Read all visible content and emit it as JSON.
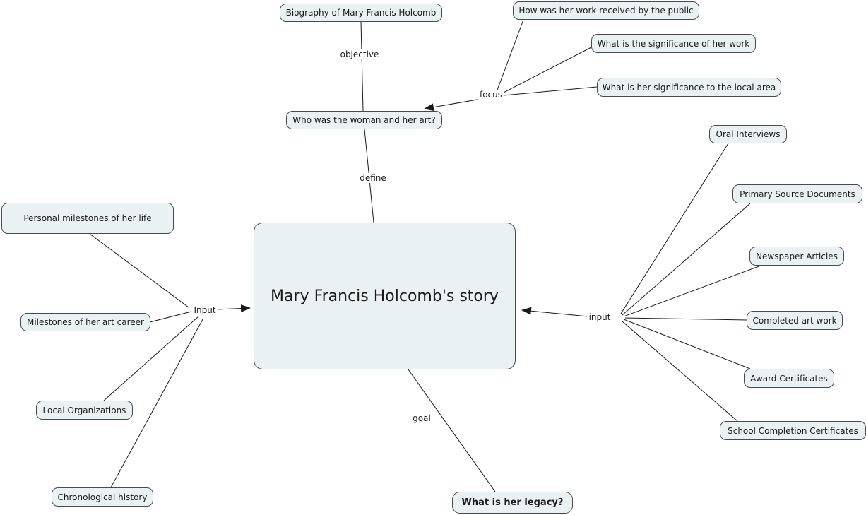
{
  "diagram": {
    "type": "concept-map",
    "central": {
      "label": "Mary Francis Holcomb's story"
    },
    "nodes": [
      {
        "id": "biography",
        "label": "Biography of Mary Francis Holcomb"
      },
      {
        "id": "public-reception",
        "label": "How was her work received by the public"
      },
      {
        "id": "significance-work",
        "label": "What is the significance of her work"
      },
      {
        "id": "significance-local",
        "label": "What is her significance to the local area"
      },
      {
        "id": "who-woman",
        "label": "Who was the woman and her art?"
      },
      {
        "id": "oral-interviews",
        "label": "Oral Interviews"
      },
      {
        "id": "primary-sources",
        "label": "Primary Source Documents"
      },
      {
        "id": "newspaper-articles",
        "label": "Newspaper Articles"
      },
      {
        "id": "completed-art",
        "label": "Completed art work"
      },
      {
        "id": "award-certificates",
        "label": "Award Certificates"
      },
      {
        "id": "school-certificates",
        "label": "School Completion Certificates"
      },
      {
        "id": "personal-milestones",
        "label": "Personal milestones of her life"
      },
      {
        "id": "art-milestones",
        "label": "Milestones of her art career"
      },
      {
        "id": "local-organizations",
        "label": "Local Organizations"
      },
      {
        "id": "chronological",
        "label": "Chronological history"
      },
      {
        "id": "legacy",
        "label": "What is her legacy?"
      }
    ],
    "edge_labels": {
      "objective": "objective",
      "focus": "focus",
      "define": "define",
      "input_left": "Input",
      "input_right": "input",
      "goal": "goal"
    },
    "colors": {
      "node_fill": "#eaf1f3",
      "node_border": "#4a4a4a",
      "line": "#1a1a1a",
      "text": "#1a1a1a"
    }
  }
}
